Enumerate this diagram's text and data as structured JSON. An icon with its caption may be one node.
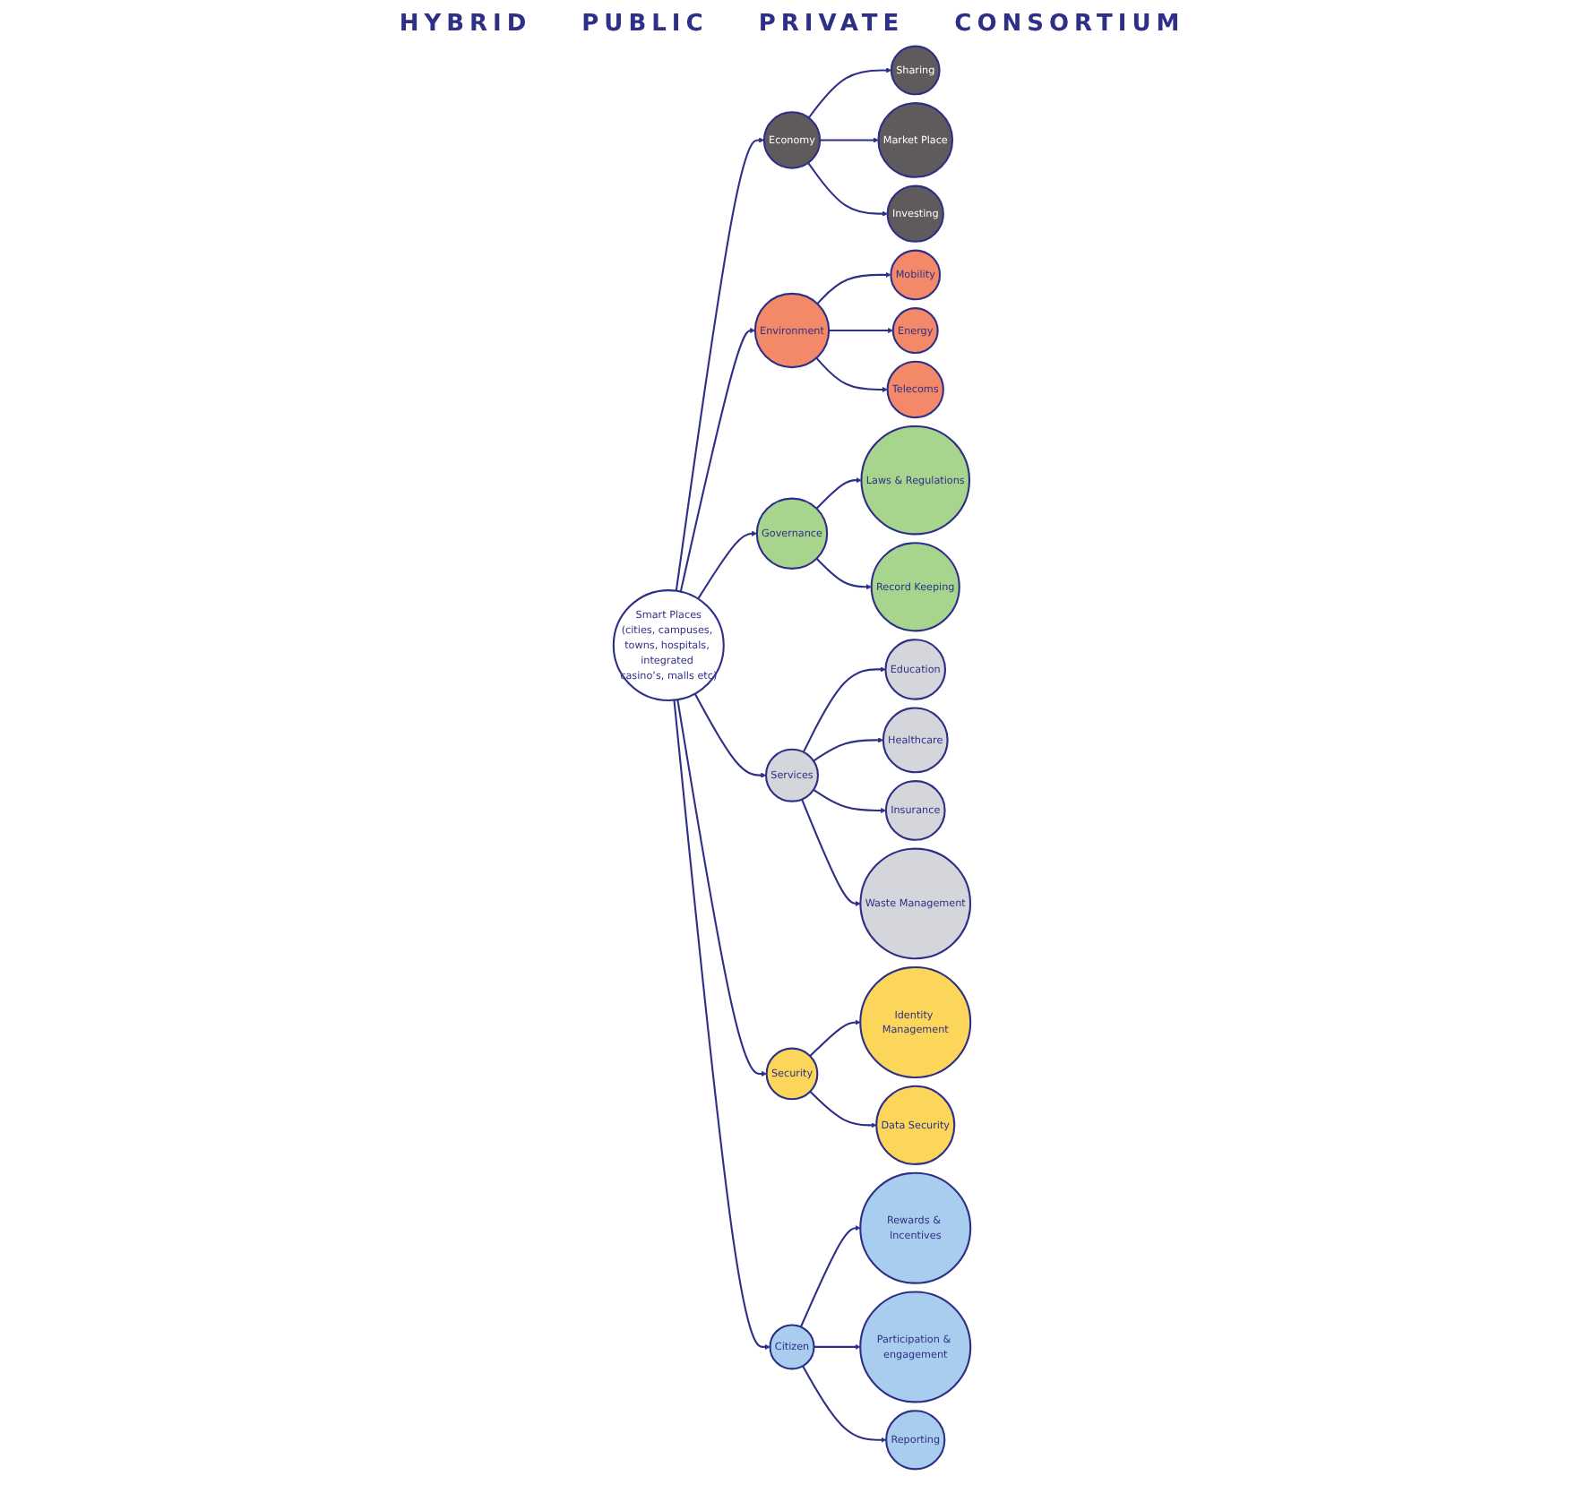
{
  "diagram": {
    "nodes": [
      {
        "text": [
          "Smart Places",
          "(cities, campuses, towns, hospitals, integrated casino’s, malls etc)"
        ]
      },
      {
        "text": [
          "Economy"
        ]
      },
      {
        "text": [
          "Sharing"
        ]
      },
      {
        "text": [
          "Market Place"
        ]
      },
      {
        "text": [
          "Investing"
        ]
      },
      {
        "text": [
          "Environment"
        ]
      },
      {
        "text": [
          "Mobility"
        ]
      },
      {
        "text": [
          "Energy"
        ]
      },
      {
        "text": [
          "Telecoms"
        ]
      },
      {
        "text": [
          "Governance"
        ]
      },
      {
        "text": [
          "Laws & Regulations"
        ]
      },
      {
        "text": [
          "Record Keeping"
        ]
      },
      {
        "text": [
          "Services"
        ]
      },
      {
        "text": [
          "Education"
        ]
      },
      {
        "text": [
          "Healthcare"
        ]
      },
      {
        "text": [
          "Insurance"
        ]
      },
      {
        "text": [
          "Waste Management"
        ]
      },
      {
        "text": [
          "Security"
        ]
      },
      {
        "text": [
          "Identity Management"
        ]
      },
      {
        "text": [
          "Data Security"
        ]
      },
      {
        "text": [
          "Citizen"
        ]
      },
      {
        "text": [
          "Rewards & Incentives"
        ]
      },
      {
        "text": [
          "Participation & engagement"
        ]
      },
      {
        "text": [
          "Reporting"
        ]
      }
    ],
    "edges": [
      {
        "from": 0,
        "to": 1,
        "arrow": "to"
      },
      {
        "from": 0,
        "to": 5,
        "arrow": "to"
      },
      {
        "from": 0,
        "to": 9,
        "arrow": "to"
      },
      {
        "from": 0,
        "to": 12,
        "arrow": "to"
      },
      {
        "from": 0,
        "to": 17,
        "arrow": "to"
      },
      {
        "from": 0,
        "to": 20,
        "arrow": "to"
      },
      {
        "from": 1,
        "to": 2,
        "arrow": "to"
      },
      {
        "from": 1,
        "to": 3,
        "arrow": "to"
      },
      {
        "from": 1,
        "to": 4,
        "arrow": "to"
      },
      {
        "from": 5,
        "to": 6,
        "arrow": "to"
      },
      {
        "from": 5,
        "to": 7,
        "arrow": "to"
      },
      {
        "from": 5,
        "to": 8,
        "arrow": "to"
      },
      {
        "from": 9,
        "to": 10,
        "arrow": "to"
      },
      {
        "from": 9,
        "to": 11,
        "arrow": "to"
      },
      {
        "from": 12,
        "to": 13,
        "arrow": "to"
      },
      {
        "from": 12,
        "to": 14,
        "arrow": "to"
      },
      {
        "from": 12,
        "to": 15,
        "arrow": "to"
      },
      {
        "from": 12,
        "to": 16,
        "arrow": "to"
      },
      {
        "from": 17,
        "to": 18,
        "arrow": "to"
      },
      {
        "from": 17,
        "to": 19,
        "arrow": "to"
      },
      {
        "from": 20,
        "to": 21,
        "arrow": "to"
      },
      {
        "from": 20,
        "to": 22,
        "arrow": "to"
      },
      {
        "from": 20,
        "to": 23,
        "arrow": "to"
      }
    ],
    "labels": [
      "HYBRID",
      "PUBLIC",
      "PRIVATE",
      "CONSORTIUM"
    ]
  }
}
